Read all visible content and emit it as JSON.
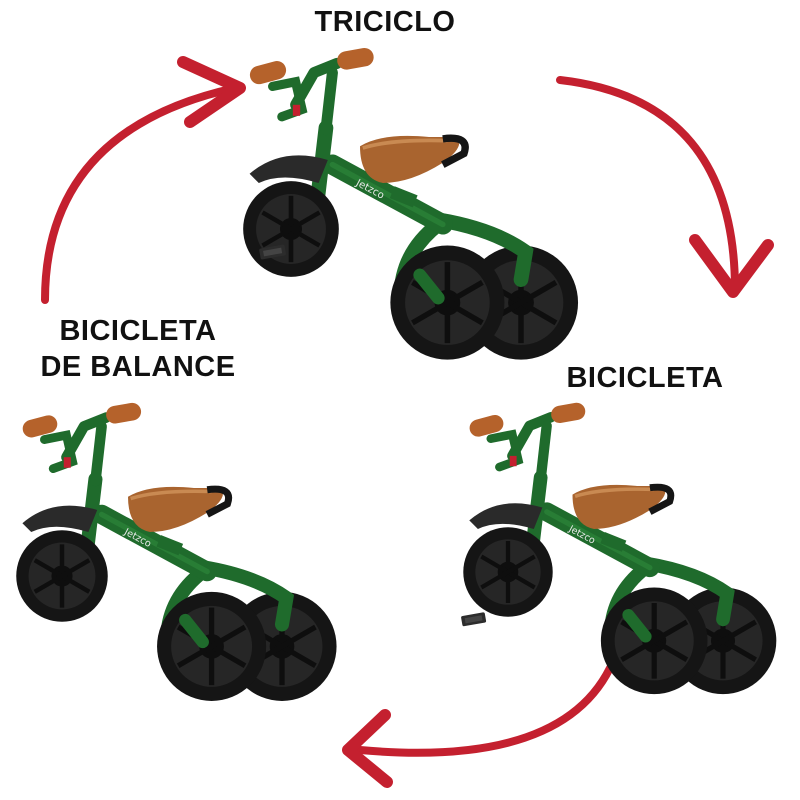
{
  "labels": {
    "tricycle": "TRICICLO",
    "bicycle": "BICICLETA",
    "balance_line1": "BICICLETA",
    "balance_line2": "DE BALANCE"
  },
  "brand_text": "Jetzco",
  "colors": {
    "arrow": "#c4202f",
    "frame": "#1f6b2c",
    "tire": "#151515",
    "grip": "#b5622b",
    "seat": "#a9642f"
  },
  "icons": {
    "arrows": "curved-arrow-icon",
    "vehicles": "trike-image"
  }
}
